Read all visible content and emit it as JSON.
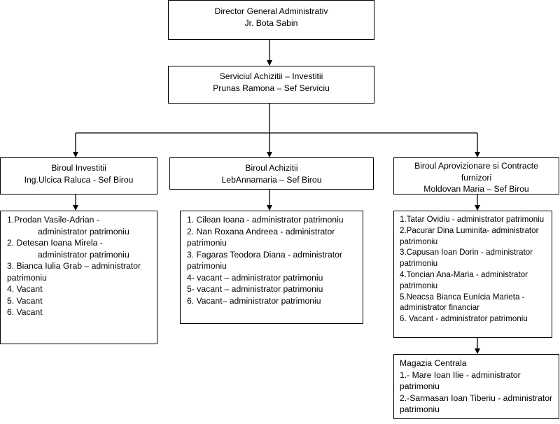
{
  "director": {
    "title": "Director General Administrativ",
    "name": "Jr. Bota Sabin"
  },
  "serviciu": {
    "title": "Serviciul Achizitii – Investitii",
    "head": "Prunas Ramona – Sef Serviciu"
  },
  "birou_investitii": {
    "title": "Biroul Investitii",
    "head": "Ing.Ulcica Raluca - Sef Birou",
    "staff": [
      {
        "first": "1.Prodan Vasile-Adrian -",
        "rest": "administrator patrimoniu"
      },
      {
        "first": "2. Detesan Ioana Mirela  -",
        "rest": "administrator patrimoniu"
      },
      {
        "first": "3. Bianca Iulia Grab – administrator",
        "rest": "patrimoniu"
      },
      {
        "first": "4. Vacant",
        "rest": ""
      },
      {
        "first": "5. Vacant",
        "rest": ""
      },
      {
        "first": "6. Vacant",
        "rest": ""
      }
    ]
  },
  "birou_achizitii": {
    "title": "Biroul Achizitii",
    "head": "LebAnnamaria – Sef Birou",
    "staff": [
      {
        "first": "1. Cilean Ioana - administrator patrimoniu",
        "rest": ""
      },
      {
        "first": "2. Nan Roxana Andreea - administrator",
        "rest": "patrimoniu"
      },
      {
        "first": "3. Fagaras Teodora Diana - administrator",
        "rest": "patrimoniu"
      },
      {
        "first": "4- vacant – administrator patrimoniu",
        "rest": ""
      },
      {
        "first": "5- vacant – administrator patrimoniu",
        "rest": ""
      },
      {
        "first": "6. Vacant– administrator patrimoniu",
        "rest": ""
      }
    ]
  },
  "birou_aprovizionare": {
    "title_line1": "Biroul Aprovizionare si Contracte",
    "title_line2": "furnizori",
    "head": "Moldovan Maria – Sef Birou",
    "staff": [
      {
        "first": "1.Tatar Ovidiu - administrator patrimoniu",
        "rest": ""
      },
      {
        "first": "2.Pacurar Dina Luminita-  administrator",
        "rest": "patrimoniu"
      },
      {
        "first": "3.Capusan Ioan Dorin - administrator",
        "rest": "patrimoniu"
      },
      {
        "first": "4.Toncian Ana-Maria - administrator",
        "rest": "patrimoniu"
      },
      {
        "first": "5.Neacsa Bianca Eunícia Marieta  -",
        "rest": "administrator financiar"
      },
      {
        "first": "6. Vacant  - administrator patrimoniu",
        "rest": ""
      }
    ]
  },
  "magazia": {
    "title": "Magazia Centrala",
    "staff": [
      {
        "first": "1.- Mare Ioan Ilie - administrator",
        "rest": "patrimoniu"
      },
      {
        "first": "2.-Sarmasan Ioan Tiberiu - administrator",
        "rest": "patrimoniu"
      }
    ]
  }
}
